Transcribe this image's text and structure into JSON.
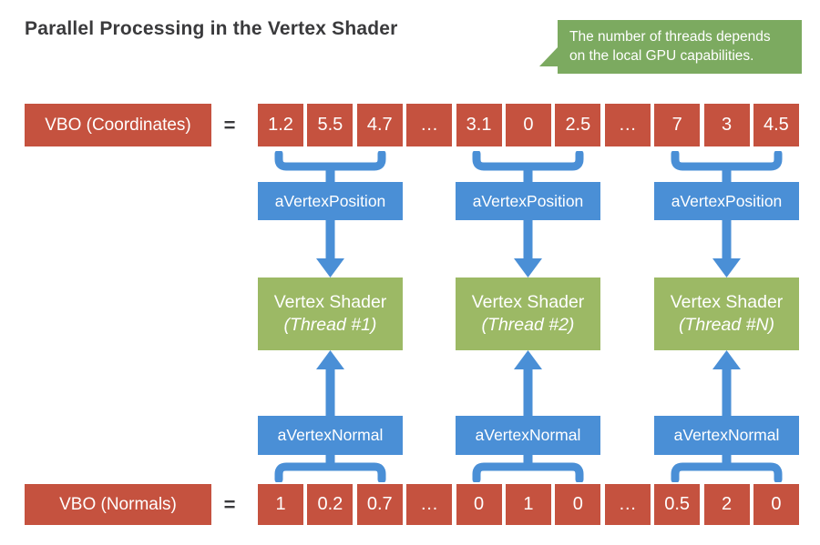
{
  "title": "Parallel Processing in the Vertex Shader",
  "callout": {
    "text": "The number of threads depends on the local GPU capabilities."
  },
  "colors": {
    "red": "#c5523f",
    "blue": "#4a8fd6",
    "green_box": "#9cb965",
    "green_callout": "#7caa60",
    "ink": "#3a3a3c"
  },
  "vbo_coordinates": {
    "label": "VBO (Coordinates)",
    "equals": "=",
    "cells": [
      "1.2",
      "5.5",
      "4.7",
      "…",
      "3.1",
      "0",
      "2.5",
      "…",
      "7",
      "3",
      "4.5"
    ]
  },
  "vbo_normals": {
    "label": "VBO (Normals)",
    "equals": "=",
    "cells": [
      "1",
      "0.2",
      "0.7",
      "…",
      "0",
      "1",
      "0",
      "…",
      "0.5",
      "2",
      "0"
    ]
  },
  "threads": [
    {
      "attribute_position": "aVertexPosition",
      "shader_title": "Vertex Shader",
      "shader_thread": "(Thread #1)",
      "attribute_normal": "aVertexNormal"
    },
    {
      "attribute_position": "aVertexPosition",
      "shader_title": "Vertex Shader",
      "shader_thread": "(Thread #2)",
      "attribute_normal": "aVertexNormal"
    },
    {
      "attribute_position": "aVertexPosition",
      "shader_title": "Vertex Shader",
      "shader_thread": "(Thread #N)",
      "attribute_normal": "aVertexNormal"
    }
  ]
}
